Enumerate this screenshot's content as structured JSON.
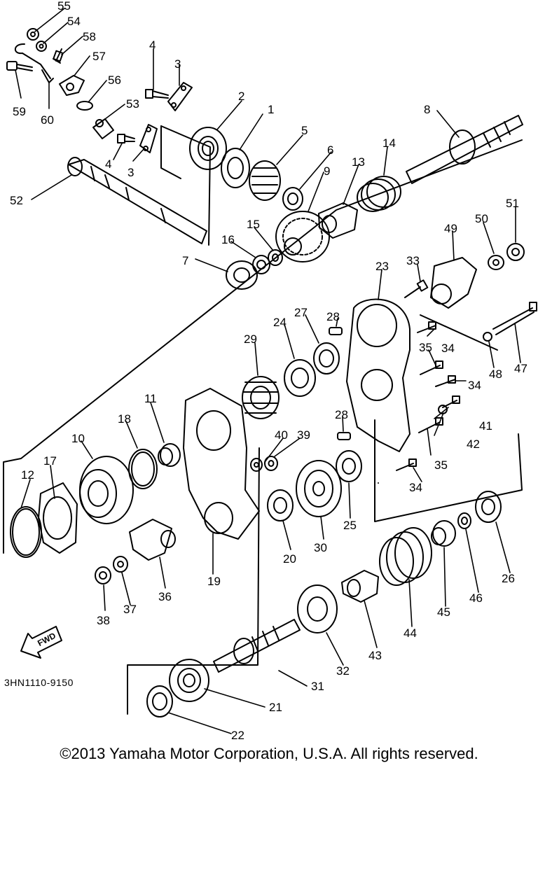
{
  "diagram": {
    "drawing_code": "3HN1110-9150",
    "direction_label": "FWD",
    "part_labels": [
      "55",
      "54",
      "58",
      "57",
      "56",
      "53",
      "59",
      "60",
      "4",
      "3",
      "4",
      "3",
      "52",
      "2",
      "1",
      "5",
      "6",
      "9",
      "13",
      "14",
      "8",
      "16",
      "15",
      "7",
      "49",
      "50",
      "51",
      "23",
      "33",
      "28",
      "27",
      "24",
      "29",
      "34",
      "35",
      "34",
      "48",
      "47",
      "11",
      "18",
      "10",
      "40",
      "39",
      "28",
      "41",
      "42",
      "35",
      "34",
      "12",
      "17",
      "20",
      "30",
      "25",
      "36",
      "19",
      "37",
      "38",
      "26",
      "46",
      "45",
      "44",
      "43",
      "32",
      "31",
      "21",
      "22"
    ]
  },
  "footer": {
    "copyright": "©2013 Yamaha Motor Corporation, U.S.A. All rights reserved."
  }
}
